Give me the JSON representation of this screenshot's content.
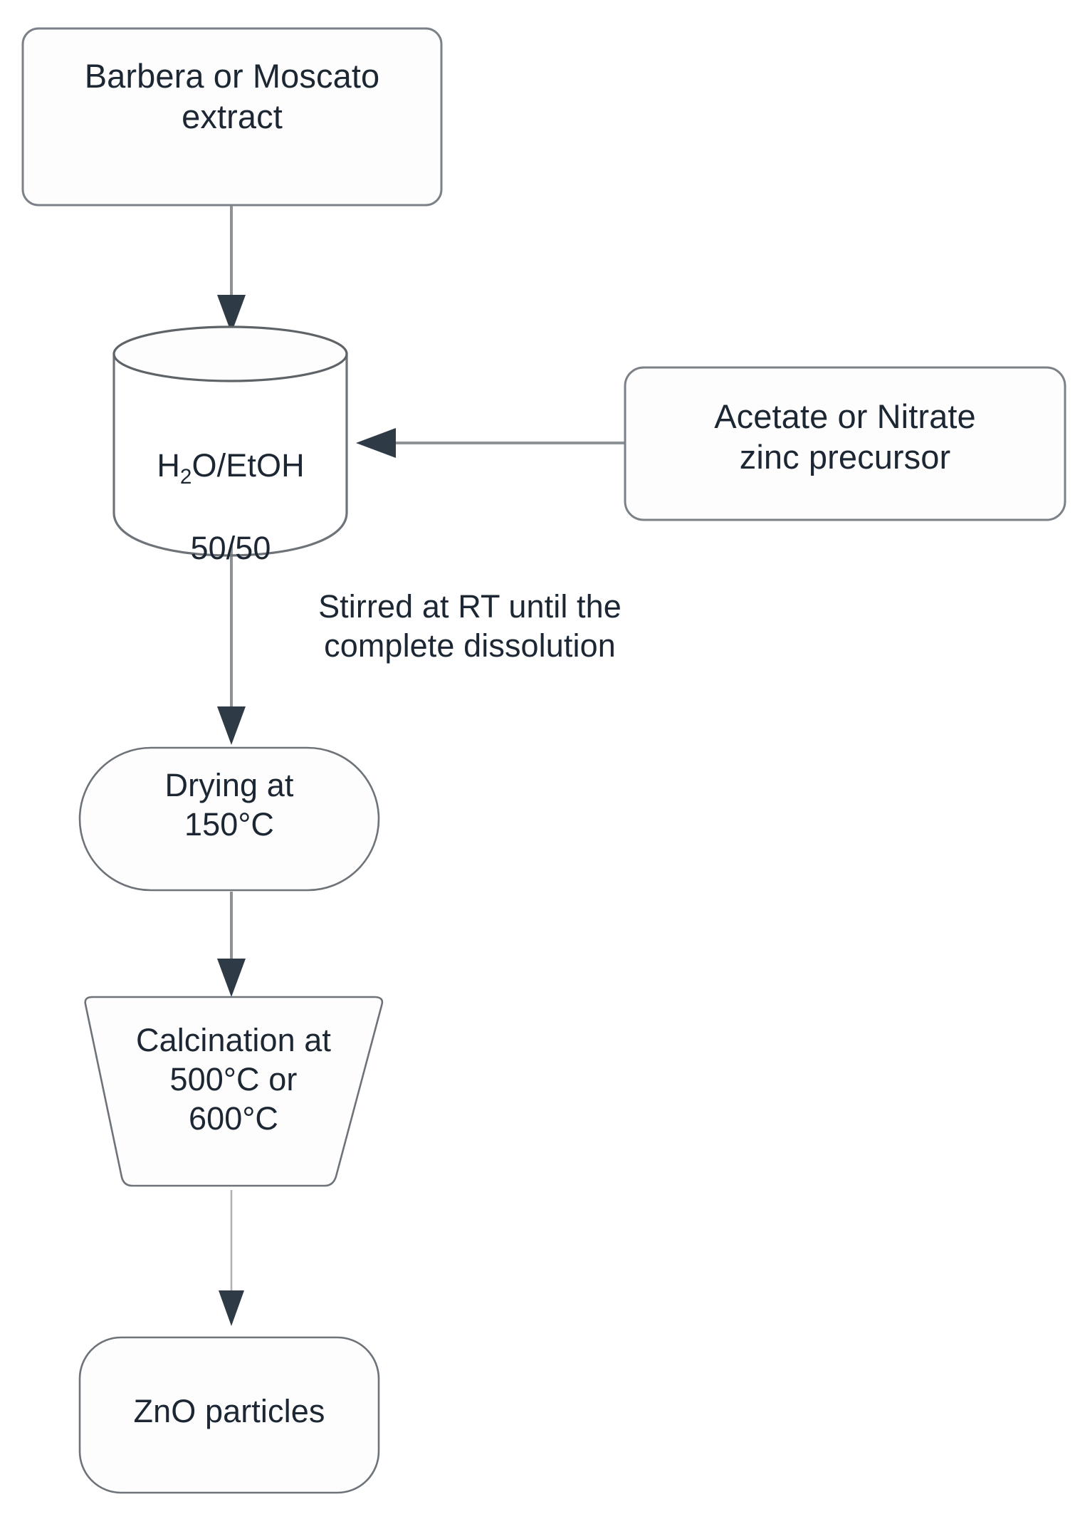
{
  "diagram": {
    "title": "ZnO particles green synthesis flowchart",
    "background_color": "#ffffff",
    "stroke_color": "#7b8187",
    "text_color": "#1c2733",
    "arrow_color": "#2e3a45",
    "nodes": [
      {
        "id": "extract",
        "shape": "rounded-rectangle",
        "label": "Barbera or Moscato\nextract"
      },
      {
        "id": "solvent",
        "shape": "cylinder",
        "label_line1": "H",
        "label_sub": "2",
        "label_line1b": "O/EtOH",
        "label_line2": "50/50",
        "label": "H2O/EtOH\n50/50"
      },
      {
        "id": "precursor",
        "shape": "rounded-rectangle",
        "label": "Acetate or Nitrate\nzinc precursor"
      },
      {
        "id": "drying",
        "shape": "stadium",
        "label": "Drying at\n150°C"
      },
      {
        "id": "calcination",
        "shape": "inverted-trapezoid",
        "label": "Calcination at\n500°C or\n600°C"
      },
      {
        "id": "product",
        "shape": "rounded-rectangle",
        "label": "ZnO particles"
      }
    ],
    "edges": [
      {
        "id": "e1",
        "from": "extract",
        "to": "solvent",
        "direction": "down",
        "label": ""
      },
      {
        "id": "e2",
        "from": "precursor",
        "to": "solvent",
        "direction": "left",
        "label": ""
      },
      {
        "id": "e3",
        "from": "solvent",
        "to": "drying",
        "direction": "down",
        "label": "Stirred at RT until the\ncomplete dissolution"
      },
      {
        "id": "e4",
        "from": "drying",
        "to": "calcination",
        "direction": "down",
        "label": ""
      },
      {
        "id": "e5",
        "from": "calcination",
        "to": "product",
        "direction": "down",
        "label": ""
      }
    ]
  }
}
